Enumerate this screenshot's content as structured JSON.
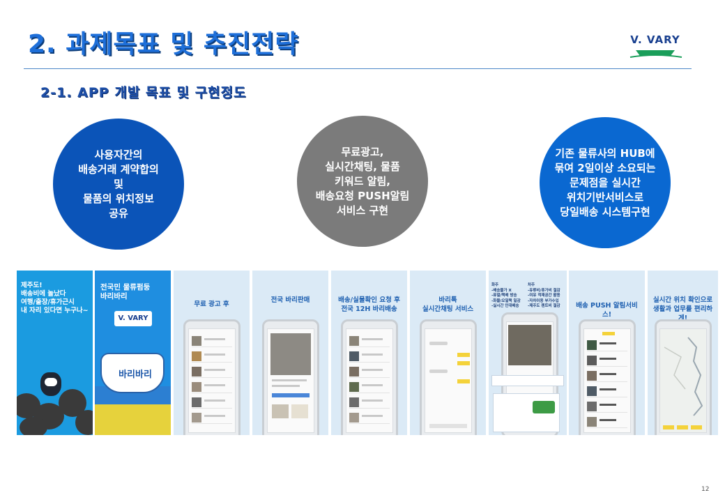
{
  "header": {
    "title": "2. 과제목표 및 추진전략",
    "logo_text": "V. VARY",
    "subtitle": "2-1. APP 개발 목표 및 구현정도"
  },
  "circles": [
    {
      "lines": [
        "사용자간의",
        "배송거래 계약합의",
        "및",
        "물품의 위치정보",
        "공유"
      ],
      "color": "#0b54b8"
    },
    {
      "lines": [
        "무료광고,",
        "실시간채팅, 물품",
        "키워드 알림,",
        "배송요청 PUSH알림",
        "서비스 구현"
      ],
      "color": "#7b7b7b"
    },
    {
      "lines": [
        "기존 물류사의 HUB에",
        "묶여 2일이상 소요되는",
        "문제점을 실시간",
        "위치기반서비스로",
        "당일배송 시스템구현"
      ],
      "color": "#0a68d1"
    }
  ],
  "screenshots": {
    "panel1": {
      "lines": [
        "제주도!",
        "배송비에 놀났다",
        "여행/출장/휴가근시",
        "내 자리 있다면 누구나~"
      ]
    },
    "panel2": {
      "lines": [
        "전국민 물류펌둥",
        "바리바리"
      ],
      "logo": "V. VARY",
      "ship_text": "바리바리"
    },
    "panel3": {
      "lines": [
        "무료 광고 후"
      ]
    },
    "panel4": {
      "lines": [
        "전국 바리판매"
      ]
    },
    "panel5": {
      "lines": [
        "배송/실물확인 요청 후",
        "전국 12H 바리배송"
      ]
    },
    "panel6": {
      "lines": [
        "바리톡",
        "실시간채팅 서비스"
      ]
    },
    "panel7": {
      "lines": [
        "화주",
        "-배송물가 X",
        "-퓨열/택배 방송",
        "-화물/오일택 일감",
        "-실시간 인대배송"
      ]
    },
    "panel8": {
      "lines": [
        "차주",
        "-유류비/휴가비 절감",
        "-여유 적재공간 활용",
        "-자차이용 부가수입",
        "-제주도 렌트비 절감"
      ]
    },
    "panel9": {
      "lines": [
        "배송 PUSH 알림서비스!"
      ]
    },
    "panel10": {
      "lines": [
        "실시간 위치 확인으로",
        "생활과 업무를 편리하게!"
      ]
    }
  },
  "footer": {
    "page_number": "12"
  }
}
